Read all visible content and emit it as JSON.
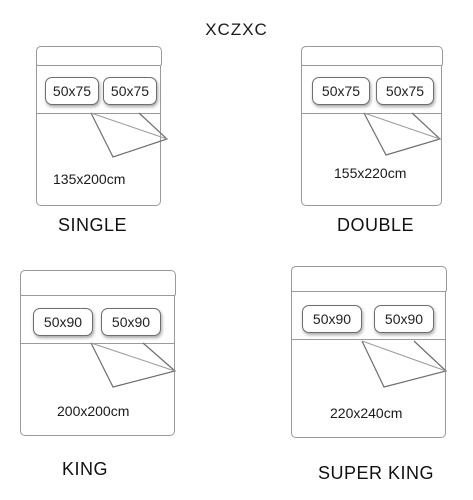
{
  "brand": "XCZXC",
  "beds": [
    {
      "name": "SINGLE",
      "dimensions": "135x200cm",
      "pillows": [
        "50x75",
        "50x75"
      ]
    },
    {
      "name": "DOUBLE",
      "dimensions": "155x220cm",
      "pillows": [
        "50x75",
        "50x75"
      ]
    },
    {
      "name": "KING",
      "dimensions": "200x200cm",
      "pillows": [
        "50x90",
        "50x90"
      ]
    },
    {
      "name": "SUPER KING",
      "dimensions": "220x240cm",
      "pillows": [
        "50x90",
        "50x90"
      ]
    }
  ],
  "colors": {
    "outline": "#9a9a9a",
    "text": "#111111",
    "background": "#ffffff"
  }
}
